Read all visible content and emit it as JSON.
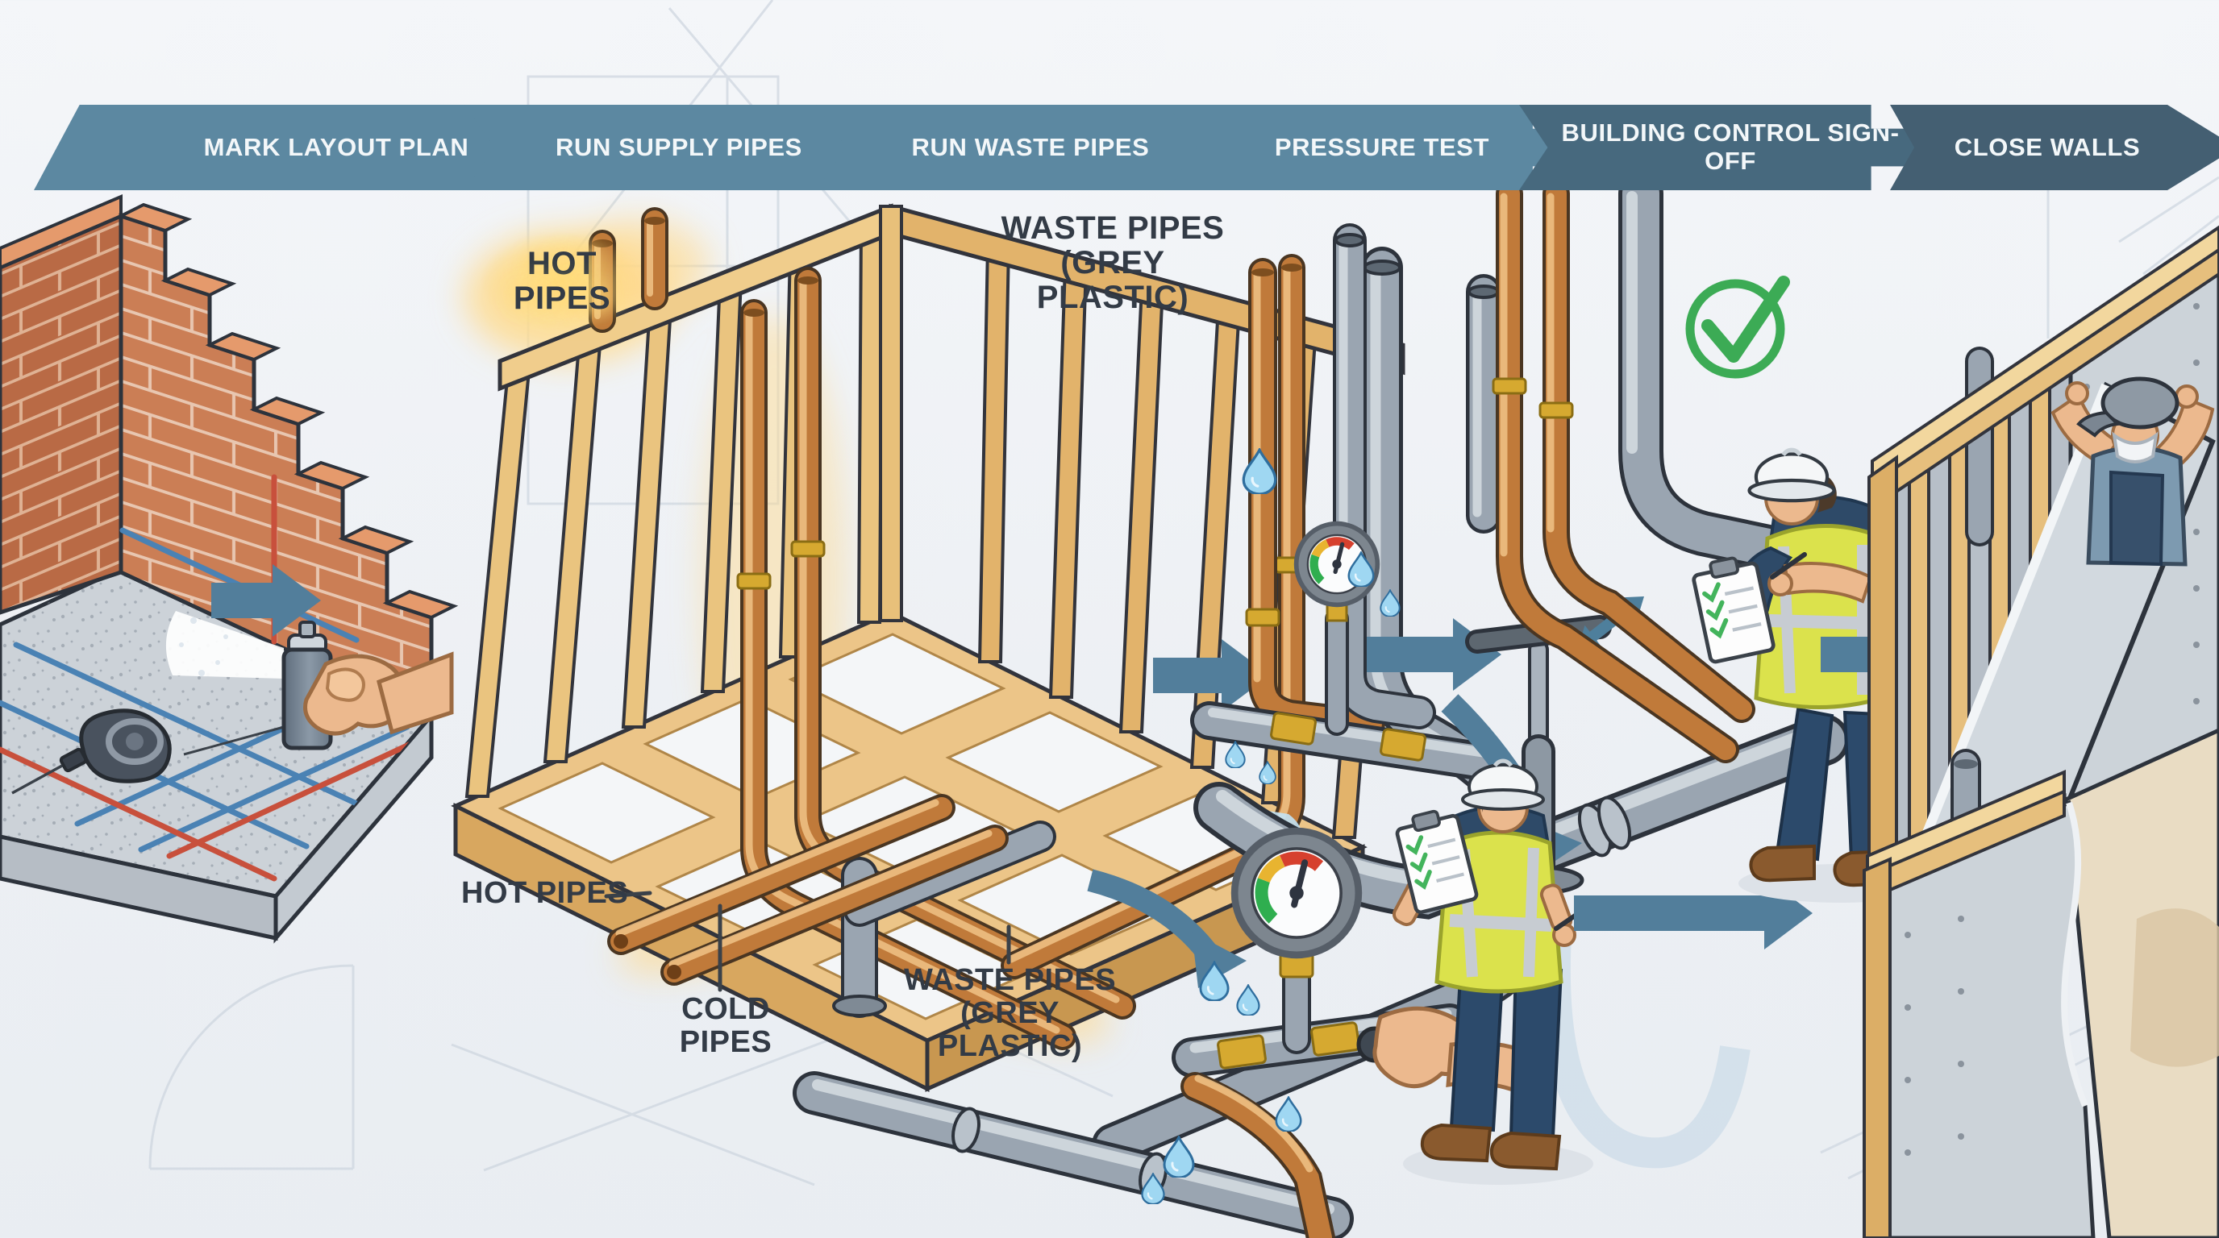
{
  "figure": {
    "type": "process-infographic",
    "subject": "Plumbing first-fix installation sequence"
  },
  "process_steps": [
    {
      "label": "MARK LAYOUT PLAN"
    },
    {
      "label": "RUN SUPPLY PIPES"
    },
    {
      "label": "RUN WASTE PIPES"
    },
    {
      "label": "PRESSURE TEST"
    },
    {
      "label": "BUILDING CONTROL SIGN-OFF"
    },
    {
      "label": "CLOSE WALLS"
    }
  ],
  "annotations": {
    "hot_pipes_top": "HOT PIPES",
    "waste_pipes_top": "WASTE PIPES (GREY PLASTIC)",
    "hot_pipes_bottom": "HOT PIPES",
    "cold_pipes_bottom": "COLD PIPES",
    "waste_pipes_bottom": "WASTE PIPES (GREY PLASTIC)"
  },
  "icons": {
    "approved_check": "green-check-circle",
    "flow_arrow": "right-block-arrow",
    "pump_toggle": "double-headed-arrow",
    "water_drop": "water-drop",
    "pressure_gauge": "gauge-dial"
  },
  "colors": {
    "step_banner": "#5c88a1",
    "step_banner_dark": "#47697e",
    "flow_arrow": "#527e9b",
    "copper_pipe": "#c07a3a",
    "waste_pipe_grey": "#9aa5b1",
    "approved_green": "#3cab55",
    "hot_glow": "#ffd978",
    "brick": "#cb7e55",
    "label_text": "#333b46"
  }
}
